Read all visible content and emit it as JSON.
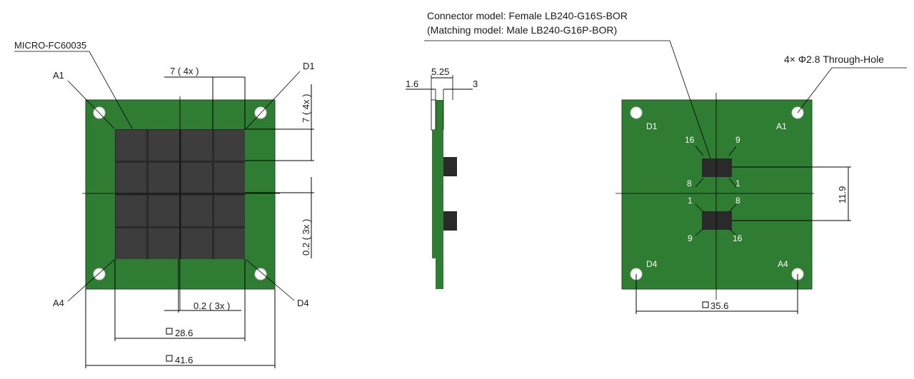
{
  "front_view": {
    "part_label": "MICRO-FC60035",
    "corner_labels": {
      "a1": "A1",
      "d1": "D1",
      "a4": "A4",
      "d4": "D4"
    },
    "dims": {
      "pitch_h": "7 ( 4x )",
      "pitch_v": "7 ( 4x )",
      "gap_v": "0.2 ( 3x )",
      "gap_h": "0.2 ( 3x )",
      "array_width": "28.6",
      "board_width": "41.6"
    },
    "colors": {
      "pcb": "#2e7d32",
      "sensor": "#3a3a3a"
    }
  },
  "side_view": {
    "dims": {
      "total": "5.25",
      "left": "1.6",
      "right": "3"
    }
  },
  "back_view": {
    "connector_line1": "Connector model: Female LB240-G16S-BOR",
    "connector_line2": "(Matching model: Male LB240-G16P-BOR)",
    "hole_note": "4× Φ2.8 Through-Hole",
    "corner_labels": {
      "d1": "D1",
      "a1": "A1",
      "d4": "D4",
      "a4": "A4"
    },
    "pins_top": {
      "tl": "16",
      "tr": "9",
      "bl": "8",
      "br": "1"
    },
    "pins_bottom": {
      "tl": "1",
      "tr": "8",
      "bl": "9",
      "br": "16"
    },
    "dims": {
      "connector_spacing": "11.9",
      "board_width": "35.6"
    }
  }
}
